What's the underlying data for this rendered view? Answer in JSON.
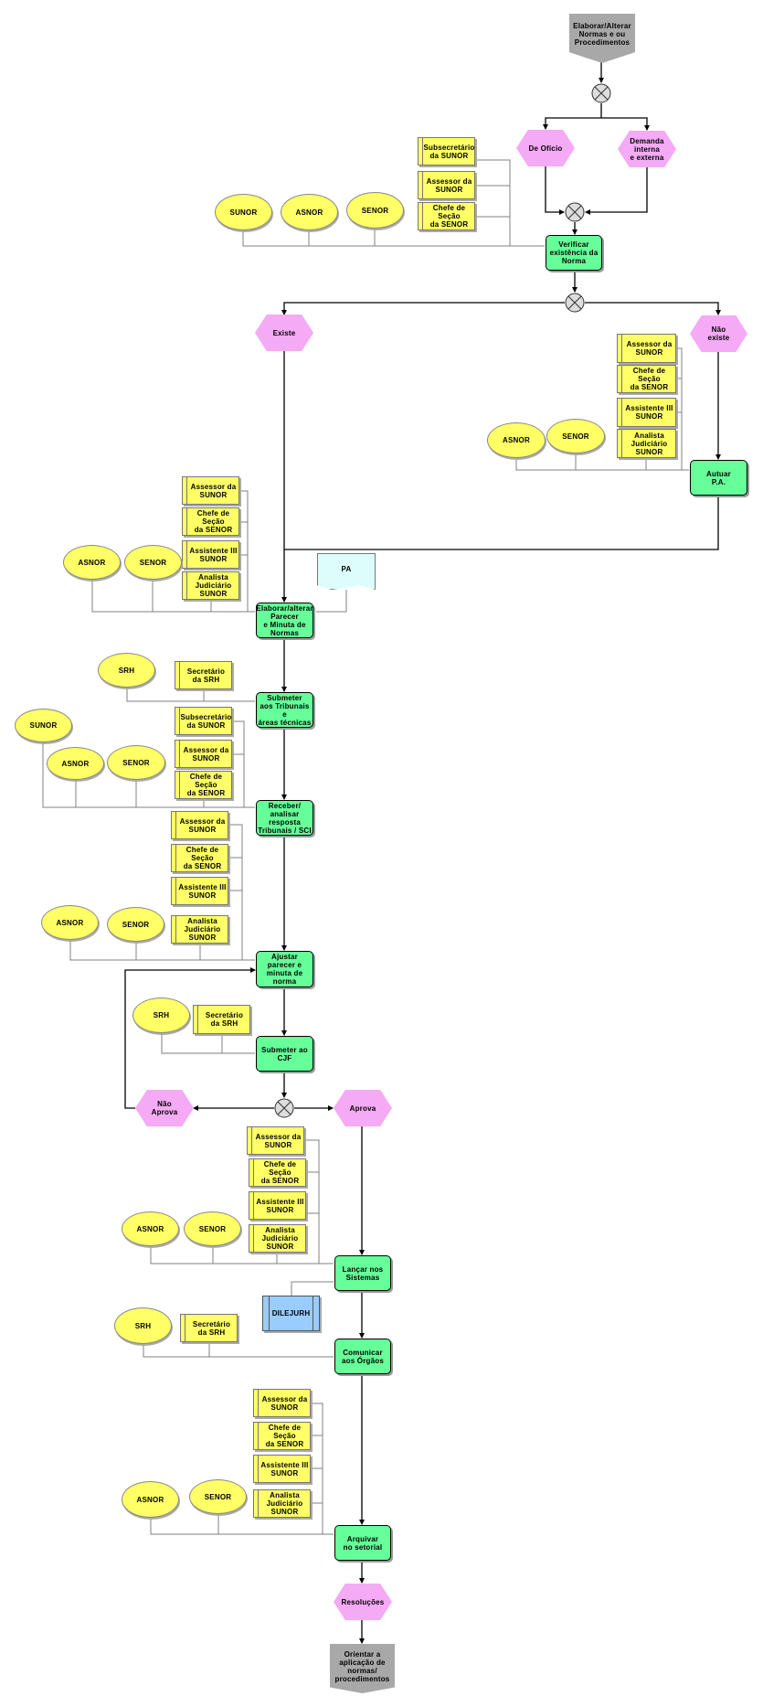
{
  "diagram": {
    "colors": {
      "function": "#66ff99",
      "event": "#f4aaf4",
      "role": "#ffff66",
      "terminal": "#a8a8a8",
      "document": "#ddfcfc",
      "system": "#99ccff",
      "connector": "#000000",
      "org_link": "#808080"
    },
    "start_event": "Elaborar/Alterar\nNormas e ou\nProcedimentos",
    "end_event": "Orientar a\naplicação de\nnormas/\nprocedimentos",
    "events": {
      "de_oficio": "De Ofício",
      "demanda": "Demanda interna\ne externa",
      "existe": "Existe",
      "nao_existe": "Não\nexiste",
      "nao_aprova": "Não\nAprova",
      "aprova": "Aprova",
      "resolucoes": "Resoluções"
    },
    "functions": {
      "verificar": "Verificar\nexistência da\nNorma",
      "autuar": "Autuar\nP.A.",
      "elaborar": "Elaborar/alterar\nParecer\ne Minuta de\nNormas",
      "submeter_tribunais": "Submeter\naos Tribunais e\náreas técnicas",
      "receber": "Receber/\nanalisar\nresposta\nTribunais / SCI",
      "ajustar": "Ajustar parecer e\nminuta de norma",
      "submeter_cjf": "Submeter ao\nCJF",
      "lancar": "Lançar nos\nSistemas",
      "comunicar": "Comunicar\naos Órgãos",
      "arquivar": "Arquivar\nno setorial"
    },
    "documents": {
      "pa": "PA"
    },
    "systems": {
      "dilejurh": "DILEJURH"
    },
    "roles": {
      "subsecretario_sunor": "Subsecretário\nda SUNOR",
      "assessor_sunor": "Assessor da\nSUNOR",
      "chefe_senor": "Chefe de Seção\nda SENOR",
      "assistente_sunor": "Assistente III\nSUNOR",
      "analista_sunor": "Analista\nJudiciário\nSUNOR",
      "secretario_srh": "Secretário\nda SRH"
    },
    "orgs": {
      "sunor": "SUNOR",
      "asnor": "ASNOR",
      "senor": "SENOR",
      "srh": "SRH"
    }
  }
}
